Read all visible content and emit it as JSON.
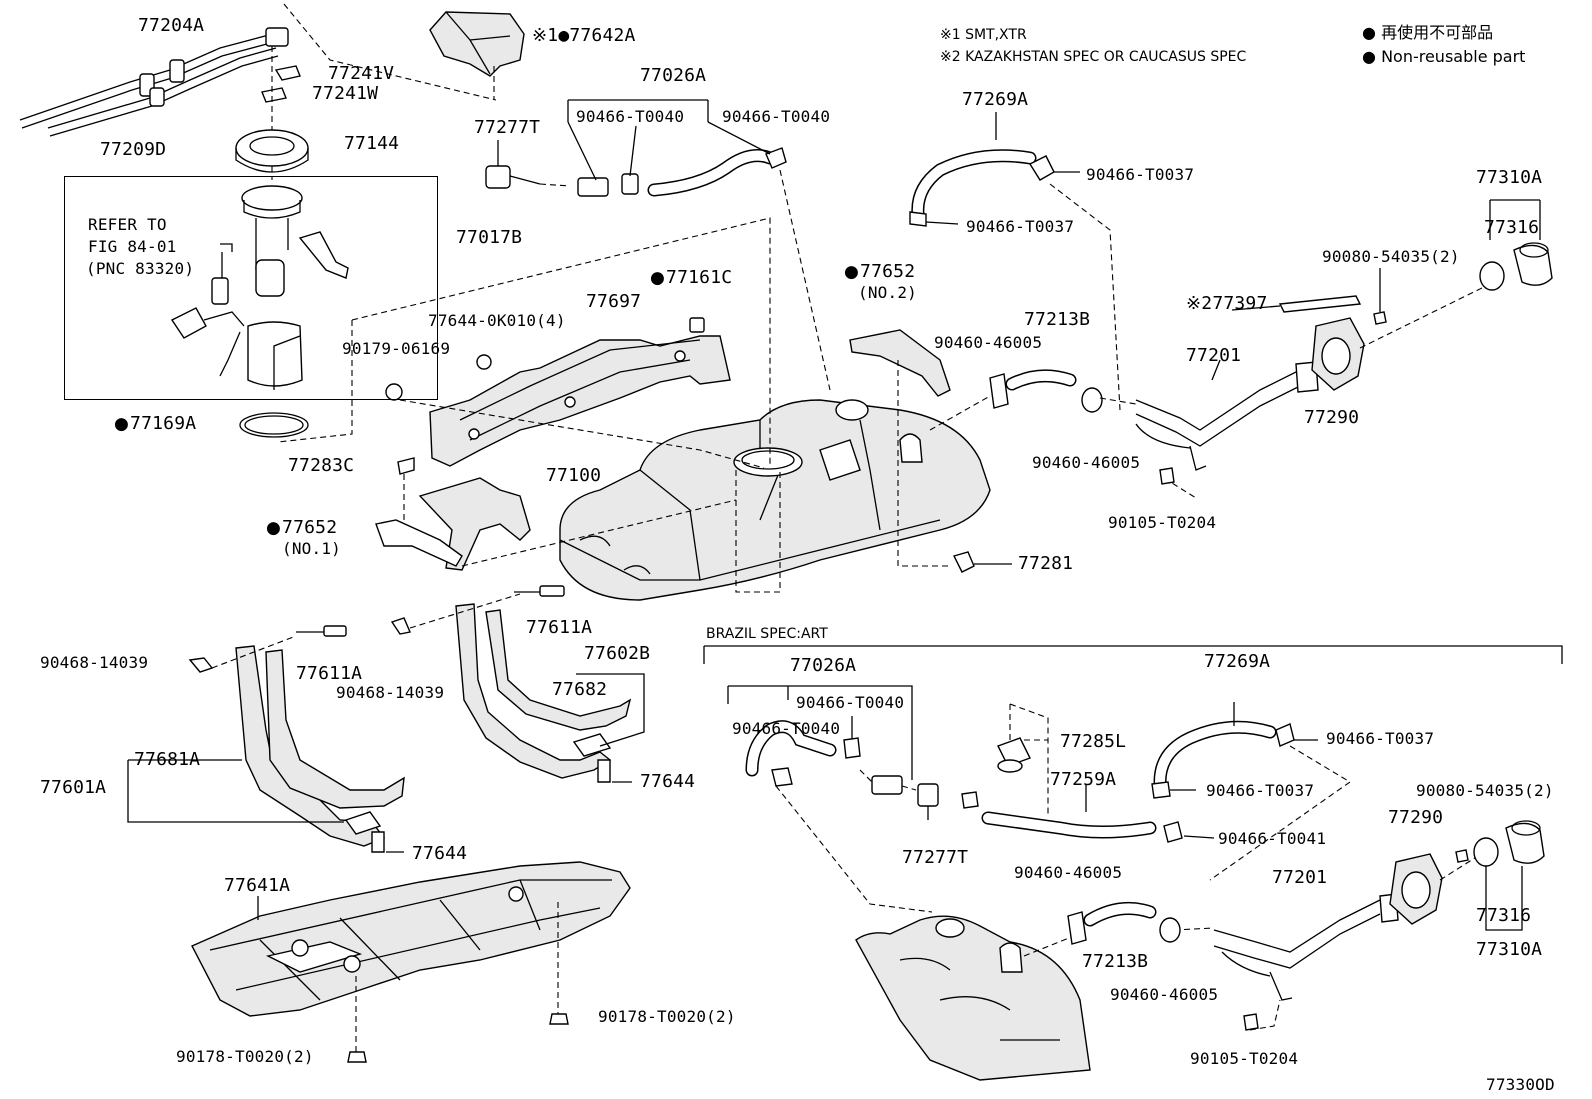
{
  "header": {
    "notes": [
      "※1 SMT,XTR",
      "※2 KAZAKHSTAN SPEC OR CAUCASUS SPEC"
    ],
    "legend": [
      {
        "symbol": "●",
        "text": "再使用不可部品"
      },
      {
        "symbol": "●",
        "text": "Non-reusable part"
      }
    ]
  },
  "section": {
    "brazil_title": "BRAZIL SPEC:ART"
  },
  "refer": {
    "line1": "REFER TO",
    "line2": "FIG 84-01",
    "line3": "(PNC 83320)"
  },
  "figure_code": "77330OD",
  "labels": {
    "p77204A": "77204A",
    "p77209D": "77209D",
    "p77241V": "77241V",
    "p77241W": "77241W",
    "p77144": "77144",
    "p77017B": "77017B",
    "p77169A": "77169A",
    "p77642A": "※1●77642A",
    "p77026A": "77026A",
    "p90466T0040a": "90466-T0040",
    "p90466T0040b": "90466-T0040",
    "p77277T": "77277T",
    "p77269A": "77269A",
    "p90466T0037a": "90466-T0037",
    "p90466T0037b": "90466-T0037",
    "p77310A": "77310A",
    "p77316": "77316",
    "p90080": "90080-54035(2)",
    "p77397": "※277397",
    "p77201": "77201",
    "p77290": "77290",
    "p77213B": "77213B",
    "p90460a": "90460-46005",
    "p90460b": "90460-46005",
    "p90105": "90105-T0204",
    "p77652_2": "77652",
    "p77652_2sub": "(NO.2)",
    "p77161C": "77161C",
    "p77697": "77697",
    "p77644OK": "77644-0K010(4)",
    "p90179": "90179-06169",
    "p77283C": "77283C",
    "p77100": "77100",
    "p77652_1": "77652",
    "p77652_1sub": "(NO.1)",
    "p77281": "77281",
    "p77611Aa": "77611A",
    "p77611Ab": "77611A",
    "p90468a": "90468-14039",
    "p90468b": "90468-14039",
    "p77602B": "77602B",
    "p77682": "77682",
    "p77681A": "77681A",
    "p77601A": "77601A",
    "p77644a": "77644",
    "p77644b": "77644",
    "p77641A": "77641A",
    "p90178a": "90178-T0020(2)",
    "p90178b": "90178-T0020(2)",
    "b77026A": "77026A",
    "b90466T0040a": "90466-T0040",
    "b90466T0040b": "90466-T0040",
    "b77285L": "77285L",
    "b77269A": "77269A",
    "b90466T0037a": "90466-T0037",
    "b90466T0037b": "90466-T0037",
    "b77259A": "77259A",
    "b90466T0041": "90466-T0041",
    "b77277T": "77277T",
    "b90460a": "90460-46005",
    "b77213B": "77213B",
    "b90460b": "90460-46005",
    "b77201": "77201",
    "b90105": "90105-T0204",
    "b90080": "90080-54035(2)",
    "b77290": "77290",
    "b77316": "77316",
    "b77310A": "77310A"
  }
}
